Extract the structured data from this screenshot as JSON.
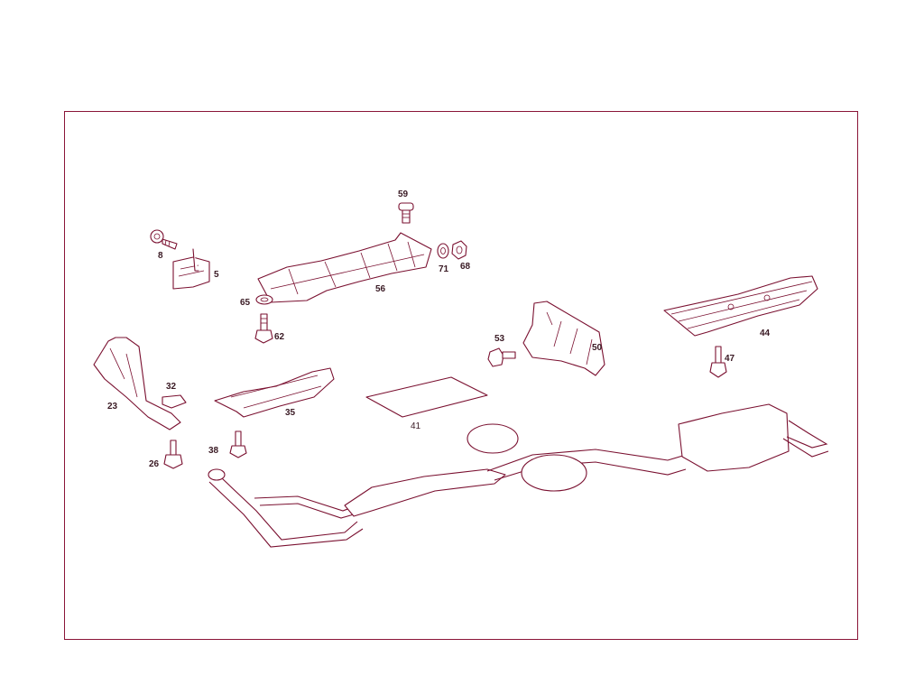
{
  "colors": {
    "line": "#7a1030",
    "frame": "#8a1538",
    "label": "#3a1a24",
    "background": "#ffffff"
  },
  "diagram": {
    "callouts": {
      "c59": "59",
      "c8": "8",
      "c5": "5",
      "c71": "71",
      "c68": "68",
      "c56": "56",
      "c65": "65",
      "c62": "62",
      "c53": "53",
      "c50": "50",
      "c44": "44",
      "c47": "47",
      "c32": "32",
      "c23": "23",
      "c35": "35",
      "c41": "41",
      "c38": "38",
      "c26": "26"
    }
  }
}
